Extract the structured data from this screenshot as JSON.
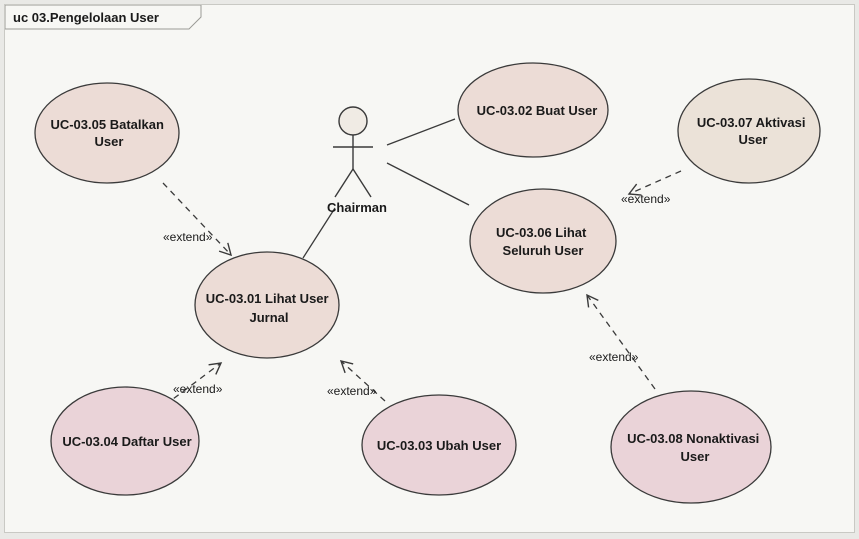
{
  "diagram": {
    "title": "uc 03.Pengelolaan User",
    "actor": {
      "name": "Chairman"
    },
    "use_cases": [
      {
        "id": "uc0305",
        "lines": [
          "UC-03.05 Batalkan",
          "User"
        ],
        "fill": "#ecdcd6"
      },
      {
        "id": "uc0302",
        "lines": [
          "UC-03.02  Buat User"
        ],
        "fill": "#ecdcd6"
      },
      {
        "id": "uc0307",
        "lines": [
          "UC-03.07 Aktivasi",
          "User"
        ],
        "fill": "#ebe2d8"
      },
      {
        "id": "uc0306",
        "lines": [
          "UC-03.06 Lihat",
          "Seluruh User"
        ],
        "fill": "#ecdcd6"
      },
      {
        "id": "uc0301",
        "lines": [
          "UC-03.01 Lihat User",
          "Jurnal"
        ],
        "fill": "#ecdcd6"
      },
      {
        "id": "uc0304",
        "lines": [
          "UC-03.04 Daftar User"
        ],
        "fill": "#ead3d8"
      },
      {
        "id": "uc0303",
        "lines": [
          "UC-03.03 Ubah User"
        ],
        "fill": "#ead3d8"
      },
      {
        "id": "uc0308",
        "lines": [
          "UC-03.08 Nonaktivasi",
          "User"
        ],
        "fill": "#ead3d8"
      }
    ],
    "relations": [
      {
        "id": "ext-0305",
        "label": "«extend»"
      },
      {
        "id": "ext-0307",
        "label": "«extend»"
      },
      {
        "id": "ext-0304",
        "label": "«extend»"
      },
      {
        "id": "ext-0303",
        "label": "«extend»"
      },
      {
        "id": "ext-0308",
        "label": "«extend»"
      }
    ],
    "colors": {
      "stroke": "#3a3a3a",
      "background": "#f7f7f4"
    }
  }
}
